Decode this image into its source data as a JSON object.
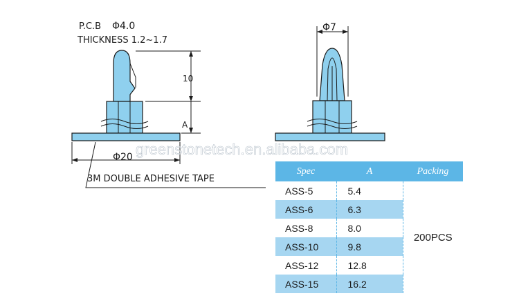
{
  "left_view": {
    "pcb_label": "P.C.B",
    "pcb_phi": "Φ4.0",
    "thickness_label": "THICKNESS 1.2~1.7",
    "dim_height": "10",
    "dim_a": "A",
    "dim_base": "Φ20",
    "tape_label": "3M DOUBLE ADHESIVE TAPE"
  },
  "right_view": {
    "dim_top": "Φ7"
  },
  "watermark": "greenstonetech.en.alibaba.com",
  "table": {
    "headers": [
      "Spec",
      "A",
      "Packing"
    ],
    "rows": [
      {
        "spec": "ASS-5",
        "a": "5.4"
      },
      {
        "spec": "ASS-6",
        "a": "6.3"
      },
      {
        "spec": "ASS-8",
        "a": "8.0"
      },
      {
        "spec": "ASS-10",
        "a": "9.8"
      },
      {
        "spec": "ASS-12",
        "a": "12.8"
      },
      {
        "spec": "ASS-15",
        "a": "16.2"
      }
    ],
    "packing": "200PCS"
  },
  "colors": {
    "part_fill": "#8fd0ee",
    "table_header": "#5cb6e6",
    "table_shade": "#a6d6f1"
  }
}
